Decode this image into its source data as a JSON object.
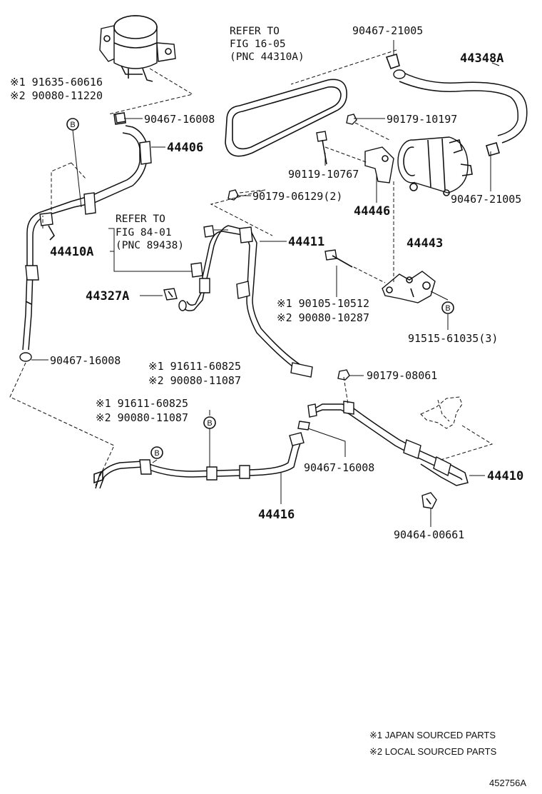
{
  "references": {
    "belt_ref": [
      "REFER TO",
      "FIG 16-05",
      "(PNC 44310A)"
    ],
    "switch_ref": [
      "REFER TO",
      "FIG 84-01",
      "(PNC 89438)"
    ]
  },
  "badge_letter": "B",
  "parts": {
    "p_90467_21005_top": "90467-21005",
    "p_44348a": "44348A",
    "p_alt1_91635": "※1 91635-60616",
    "p_alt2_90080_11220": "※2 90080-11220",
    "p_90467_16008_top": "90467-16008",
    "p_90179_10197": "90179-10197",
    "p_44406": "44406",
    "p_90119_10767": "90119-10767",
    "p_90467_21005_right": "90467-21005",
    "p_90179_06129": "90179-06129(2)",
    "p_44446": "44446",
    "p_44411": "44411",
    "p_44443": "44443",
    "p_44410a": "44410A",
    "p_44327a": "44327A",
    "p_alt1_90105": "※1 90105-10512",
    "p_alt2_90080_10287": "※2 90080-10287",
    "p_91515": "91515-61035(3)",
    "p_90467_16008_left": "90467-16008",
    "p_alt1_91611_a": "※1 91611-60825",
    "p_alt2_90080_11087_a": "※2 90080-11087",
    "p_90179_08061": "90179-08061",
    "p_alt1_91611_b": "※1 91611-60825",
    "p_alt2_90080_11087_b": "※2 90080-11087",
    "p_90467_16008_bottom": "90467-16008",
    "p_44410": "44410",
    "p_44416": "44416",
    "p_90464_00661": "90464-00661"
  },
  "notes": {
    "note1": "※1 JAPAN SOURCED PARTS",
    "note2": "※2 LOCAL SOURCED PARTS"
  },
  "figure_id": "452756A"
}
